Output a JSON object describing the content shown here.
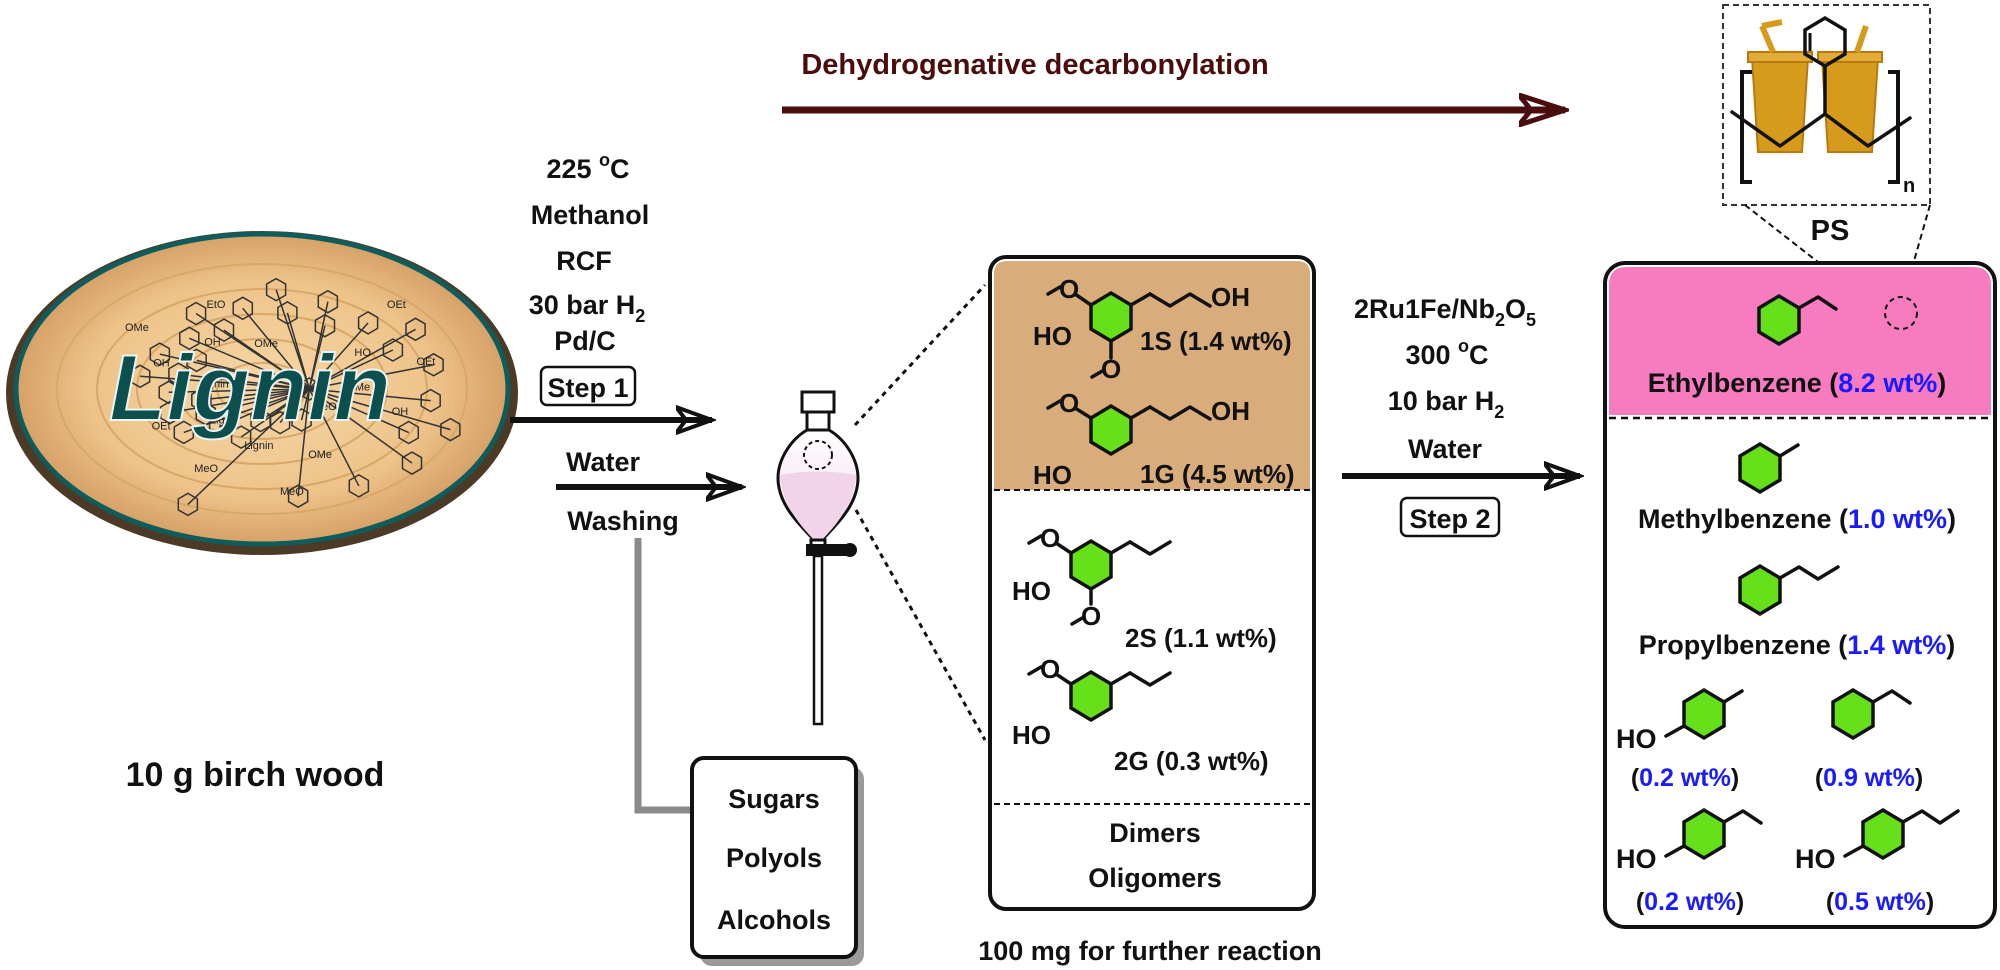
{
  "colors": {
    "top_arrow": "#4a0d0d",
    "wood_light": "#efc88e",
    "wood_dark": "#c9935a",
    "bark": "#4d3a26",
    "lignin_text": "#0b4f4f",
    "monomer_box": "#d9ac7c",
    "ethylbenzene_box": "#f77bbf",
    "aromatic_ring": "#66e01b",
    "wt_value": "#1a1aff",
    "cup_fill": "#d79b1c"
  },
  "top_arrow_label": "Dehydrogenative decarbonylation",
  "feedstock": {
    "lignin_label": "Lignin",
    "caption": "10 g birch wood",
    "structure_labels": [
      "MeO",
      "OEt",
      "OMe",
      "OH",
      "Lignin",
      "EtO",
      "OMe",
      "MeO",
      "OH",
      "OEt",
      "Lignin",
      "OMe",
      "HO",
      "MeO",
      "OH",
      "OEt",
      "OMe",
      "Lignin"
    ]
  },
  "step1": {
    "conditions": [
      "225 ",
      "Methanol",
      "RCF",
      "30 bar H",
      "Pd/C"
    ],
    "temp_value": "225 ",
    "temp_sup": "o",
    "temp_unit": "C",
    "h2_prefix": "30 bar H",
    "h2_sub": "2",
    "step_label": "Step 1",
    "wash_line1": "Water",
    "wash_line2": "Washing"
  },
  "byproducts": [
    "Sugars",
    "Polyols",
    "Alcohols"
  ],
  "monomers": {
    "m1S": "1S (1.4 wt%)",
    "m1G": "1G (4.5 wt%)",
    "m2S": "2S (1.1 wt%)",
    "m2G": "2G (0.3 wt%)",
    "oh_label": "OH",
    "ho_label": "HO",
    "dimers": "Dimers",
    "oligomers": "Oligomers",
    "caption": "100 mg for further reaction"
  },
  "step2": {
    "catalyst_prefix": "2Ru1Fe/Nb",
    "catalyst_sub": "2",
    "catalyst_suffix": "O",
    "catalyst_sub2": "5",
    "temp_value": "300 ",
    "temp_sup": "o",
    "temp_unit": "C",
    "h2_prefix": "10 bar H",
    "h2_sub": "2",
    "solvent": "Water",
    "step_label": "Step 2"
  },
  "polymer": {
    "label": "PS",
    "repeat_subscript": "n"
  },
  "products": {
    "ethylbenzene_name": "Ethylbenzene (",
    "ethylbenzene_wt": "8.2 wt%",
    "methylbenzene_name": "Methylbenzene (",
    "methylbenzene_wt": "1.0 wt%",
    "propylbenzene_name": "Propylbenzene (",
    "propylbenzene_wt": "1.4 wt%",
    "close_paren": ")",
    "open_paren": "(",
    "ho_label": "HO",
    "methylphenol_wt": "0.2 wt%",
    "ethylcyclohexane_wt": "0.9 wt%",
    "ethylphenol_wt": "0.2 wt%",
    "propylphenol_wt": "0.5 wt%"
  }
}
